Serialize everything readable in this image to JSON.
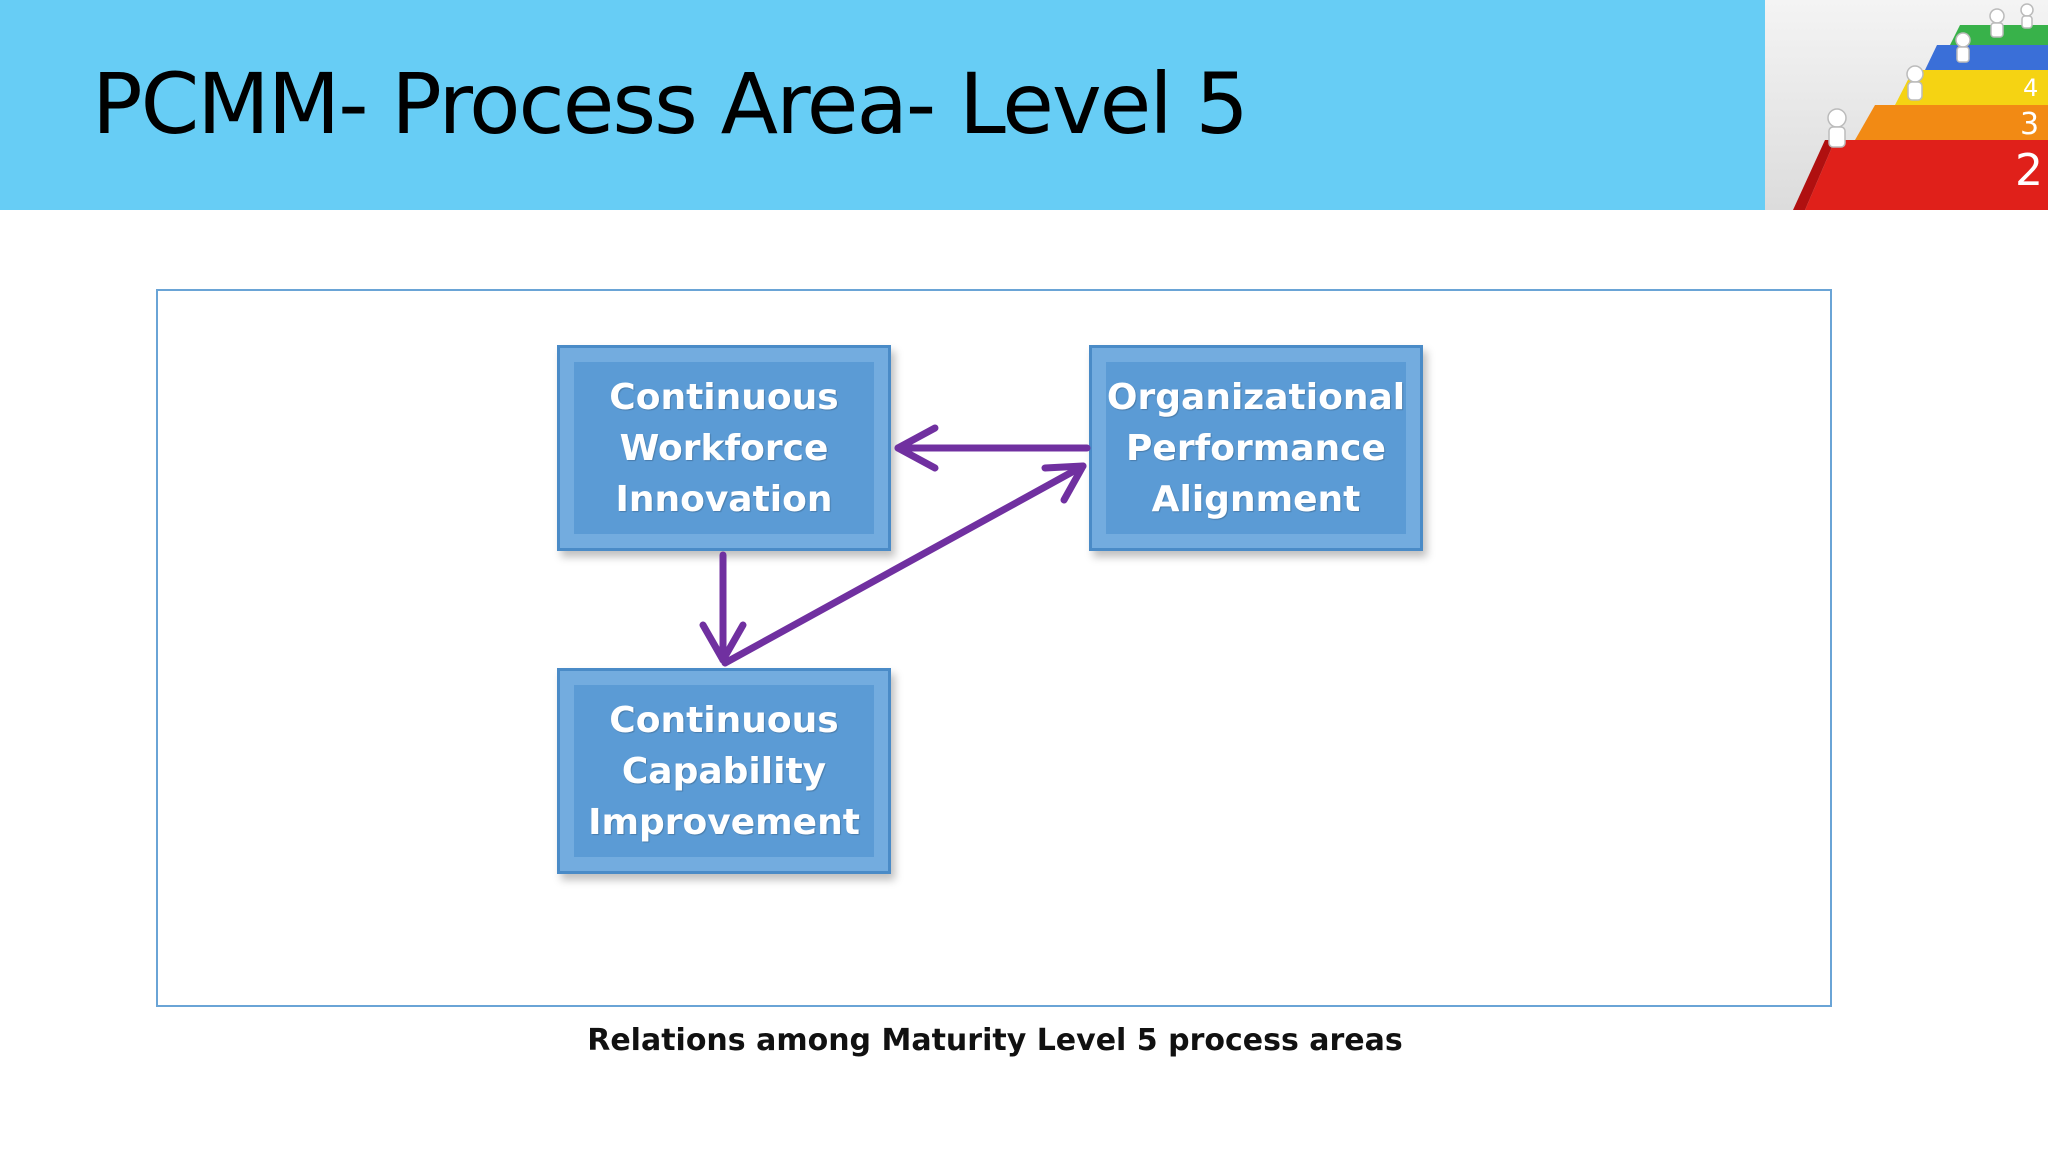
{
  "slide": {
    "title": "PCMM- Process Area- Level 5",
    "caption": "Relations among Maturity Level 5 process areas"
  },
  "diagram": {
    "nodes": [
      {
        "id": "cwi",
        "label": "Continuous\nWorkforce\nInnovation"
      },
      {
        "id": "opa",
        "label": "Organizational\nPerformance\nAlignment"
      },
      {
        "id": "cci",
        "label": "Continuous\nCapability\nImprovement"
      }
    ],
    "edges": [
      {
        "from": "opa",
        "to": "cwi"
      },
      {
        "from": "cwi",
        "to": "cci"
      },
      {
        "from": "cci",
        "to": "opa"
      }
    ],
    "box_color": "#5b9bd5",
    "arrow_color": "#7030a0"
  },
  "decoration": {
    "corner_image": "staircase-figures-illustration",
    "step_numbers": [
      "2",
      "3",
      "4"
    ]
  },
  "colors": {
    "header_bg": "#67cdf5",
    "frame_border": "#6aa4d6"
  }
}
